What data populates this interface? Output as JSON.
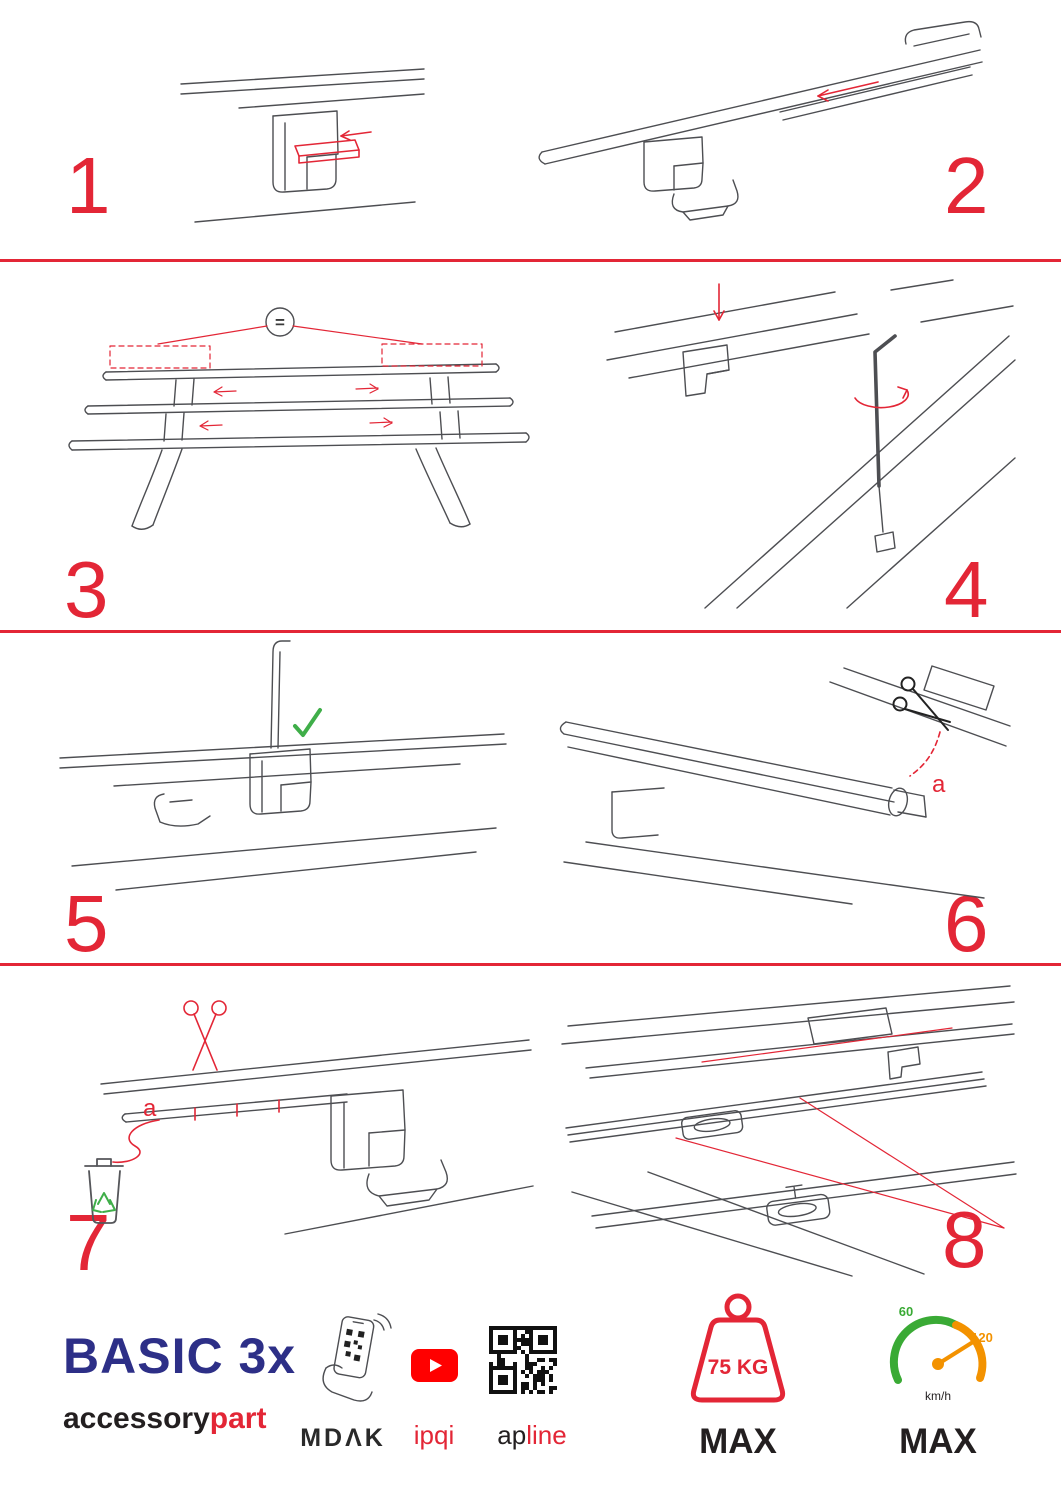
{
  "colors": {
    "accent_red": "#e32636",
    "brand_blue": "#2d2f87",
    "line_gray": "#4d4e52",
    "green": "#3fae49",
    "orange": "#f39200",
    "speed_green": "#3aaa35",
    "youtube_red": "#ff0000",
    "ink": "#231f20"
  },
  "steps": [
    {
      "number": "1"
    },
    {
      "number": "2"
    },
    {
      "number": "3",
      "equal_symbol": "="
    },
    {
      "number": "4"
    },
    {
      "number": "5"
    },
    {
      "number": "6",
      "cut_label": "a"
    },
    {
      "number": "7",
      "cut_label": "a"
    },
    {
      "number": "8"
    }
  ],
  "footer": {
    "product_name": "BASIC 3x",
    "brand_word_black": "accessory",
    "brand_word_red": "part",
    "mdak_logo": "MDΛK",
    "ipqi_logo": "ipqi",
    "apline_black": "ap",
    "apline_red": "line",
    "weight_limit": "75 KG",
    "weight_max_label": "MAX",
    "speed_low": "60",
    "speed_high": "120",
    "speed_unit": "km/h",
    "speed_max_label": "MAX"
  },
  "icons": {
    "check": "✓",
    "equal": "=",
    "scissors": "✂",
    "recycle": "♻",
    "youtube_play": "▶"
  }
}
